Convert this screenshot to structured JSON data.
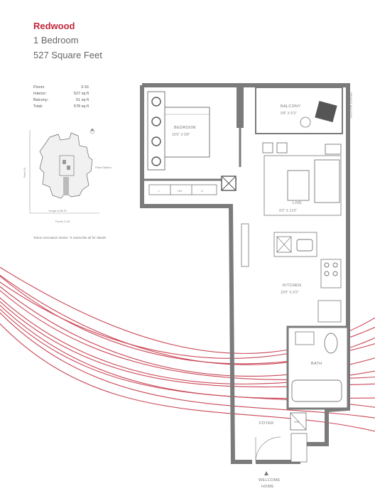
{
  "suite": {
    "name": "Redwood",
    "bedrooms": "1 Bedroom",
    "area": "527 Square Feet"
  },
  "stats": [
    {
      "label": "Floors",
      "value": "3-16"
    },
    {
      "label": "Interior:",
      "value": "527 sq ft"
    },
    {
      "label": "Balcony:",
      "value": "51 sq ft"
    },
    {
      "label": "Total:",
      "value": "578 sq ft"
    }
  ],
  "keyplan": {
    "street_bottom": "Yonge & Bk St",
    "floor_label": "Floors 3-16",
    "side_label": "Fleet St",
    "right_label": "Plant Station"
  },
  "note": "Tarion renovation Notice: 'It Subscribe all for details",
  "rooms": {
    "bedroom": {
      "name": "BEDROOM",
      "dims": "10'0\" X 9'8\""
    },
    "balcony": {
      "name": "BALCONY",
      "dims": "9'8\" X 5'3\""
    },
    "living": {
      "name": "LIVE",
      "dims": "9'2\" X 11'0\""
    },
    "kitchen": {
      "name": "KITCHEN",
      "dims": "10'0\" X 9'3\""
    },
    "bath": {
      "name": "BATH"
    },
    "foyer": {
      "name": "FOYER"
    },
    "closet_labels": [
      "L",
      "LIN",
      "D"
    ],
    "wd": "W/D",
    "balcony_side": "PRIVATE BALCONY"
  },
  "entry": {
    "line1": "WELCOME",
    "line2": "HOME"
  },
  "colors": {
    "accent": "#c0273a",
    "wall": "#7b7b7b"
  }
}
